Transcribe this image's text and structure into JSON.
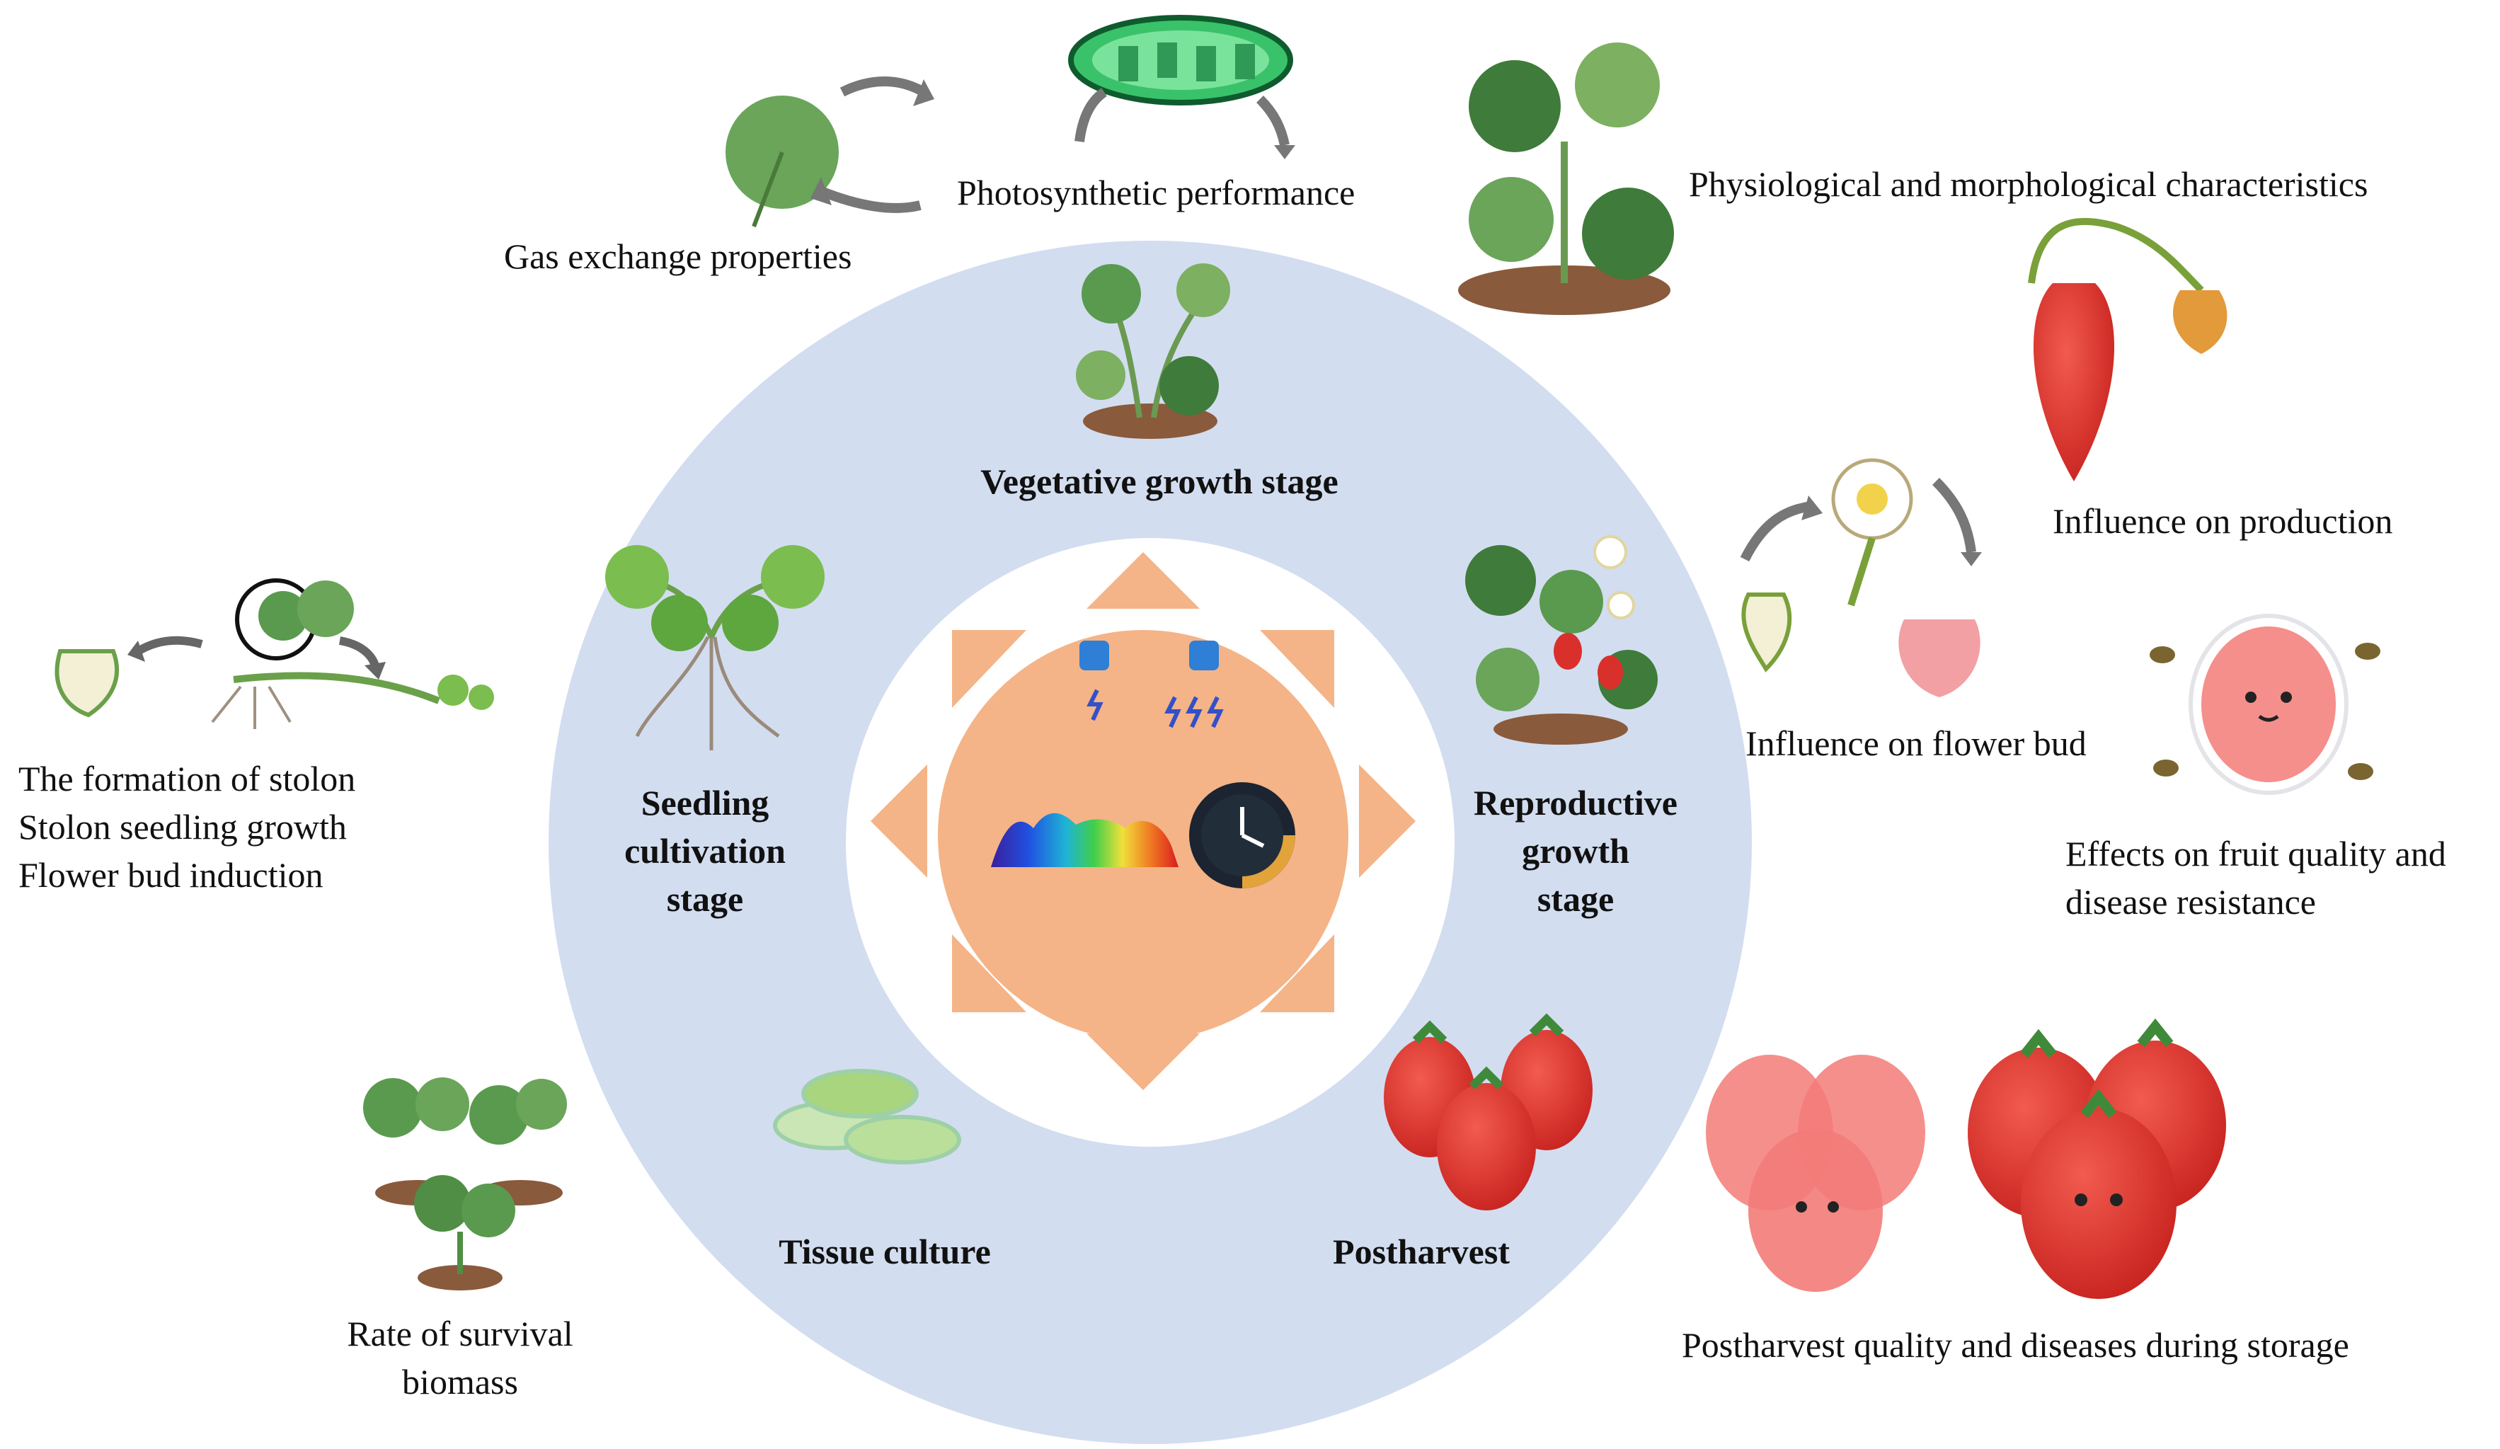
{
  "stages": {
    "vegetative": "Vegetative growth stage",
    "seedling": [
      "Seedling",
      "cultivation",
      "stage"
    ],
    "reproductive": [
      "Reproductive",
      "growth",
      "stage"
    ],
    "tissue_culture": "Tissue culture",
    "postharvest": "Postharvest"
  },
  "effects": {
    "gas_exchange": "Gas exchange  properties",
    "photosynthetic": "Photosynthetic  performance",
    "physiological": "Physiological   and morphological  characteristics",
    "production": "Influence on production",
    "flower_bud": "Influence on flower bud",
    "fruit_quality": [
      "Effects on fruit quality and",
      "disease resistance"
    ],
    "stolon": [
      "The formation of stolon",
      "Stolon seedling growth",
      "Flower bud induction"
    ],
    "survival": [
      "Rate of survival",
      "biomass"
    ],
    "postharvest_quality": "Postharvest  quality and diseases during storage"
  },
  "colors": {
    "ring": "#d3ddf0",
    "sun": "#f4b487",
    "leaf": "#5a9a4f",
    "strawberry": "#d9302b"
  }
}
